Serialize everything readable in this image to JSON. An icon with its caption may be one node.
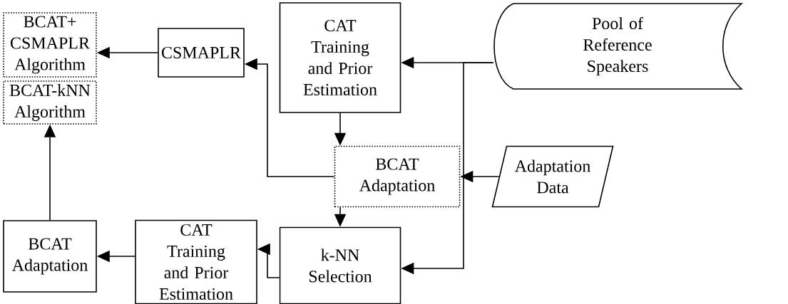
{
  "diagram": {
    "nodes": [
      {
        "text": [
          "BCAT+ CSMAPLR Algorithm"
        ]
      },
      {
        "text": [
          "BCAT-kNN Algorithm"
        ]
      },
      {
        "text": [
          "CSMAPLR"
        ]
      },
      {
        "text": [
          "CAT Training and Prior Estimation"
        ]
      },
      {
        "text": [
          "Pool of Reference Speakers"
        ]
      },
      {
        "text": [
          "BCAT Adaptation"
        ]
      },
      {
        "text": [
          "Adaptation Data"
        ]
      },
      {
        "text": [
          "BCAT Adaptation"
        ]
      },
      {
        "text": [
          "CAT Training and Prior Estimation"
        ]
      },
      {
        "text": [
          "k-NN Selection"
        ]
      }
    ],
    "edges": [
      {
        "from": 4,
        "to": 3,
        "arrow": "to"
      },
      {
        "from": 4,
        "to": 9,
        "arrow": "to"
      },
      {
        "from": 3,
        "to": 5,
        "arrow": "to"
      },
      {
        "from": 6,
        "to": 5,
        "arrow": "to"
      },
      {
        "from": 5,
        "to": 2,
        "arrow": "to"
      },
      {
        "from": 2,
        "to": 0,
        "arrow": "to"
      },
      {
        "from": 5,
        "to": 9,
        "arrow": "to"
      },
      {
        "from": 9,
        "to": 8,
        "arrow": "to"
      },
      {
        "from": 8,
        "to": 7,
        "arrow": "to"
      },
      {
        "from": 7,
        "to": 1,
        "arrow": "to"
      }
    ]
  }
}
